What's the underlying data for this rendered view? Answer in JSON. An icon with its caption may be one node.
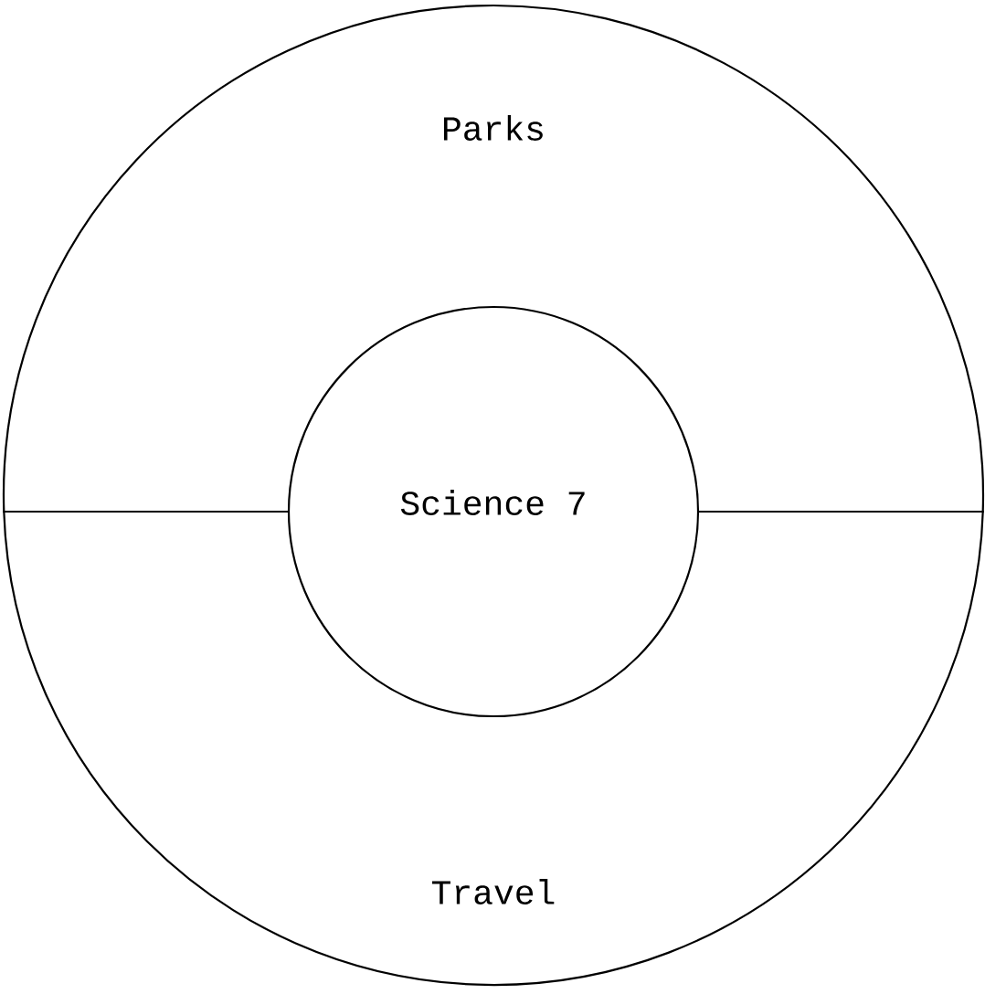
{
  "diagram": {
    "nodes": [
      {
        "text": [
          "Parks"
        ]
      },
      {
        "text": [
          "Travel"
        ]
      },
      {
        "text": [
          "Science 7"
        ]
      }
    ]
  }
}
